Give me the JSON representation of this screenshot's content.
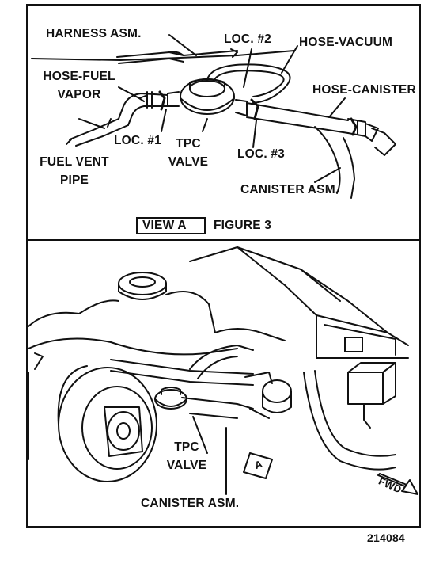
{
  "figure": {
    "view_label": "VIEW   A",
    "figure_label": "FIGURE 3",
    "part_number": "214084"
  },
  "top_view": {
    "harness": "HARNESS ASM.",
    "loc2": "LOC. #2",
    "hose_vacuum": "HOSE-VACUUM",
    "hose_fuel_vapor_1": "HOSE-FUEL",
    "hose_fuel_vapor_2": "VAPOR",
    "hose_canister": "HOSE-CANISTER",
    "loc1": "LOC. #1",
    "tpc_valve_1": "TPC",
    "tpc_valve_2": "VALVE",
    "loc3": "LOC. #3",
    "fuel_vent_pipe_1": "FUEL VENT",
    "fuel_vent_pipe_2": "PIPE",
    "canister_asm": "CANISTER ASM."
  },
  "bottom_view": {
    "tpc_valve_1": "TPC",
    "tpc_valve_2": "VALVE",
    "canister_asm": "CANISTER ASM.",
    "fwd": "FWD",
    "view_marker": "A"
  },
  "colors": {
    "ink": "#111111",
    "paper": "#ffffff"
  }
}
